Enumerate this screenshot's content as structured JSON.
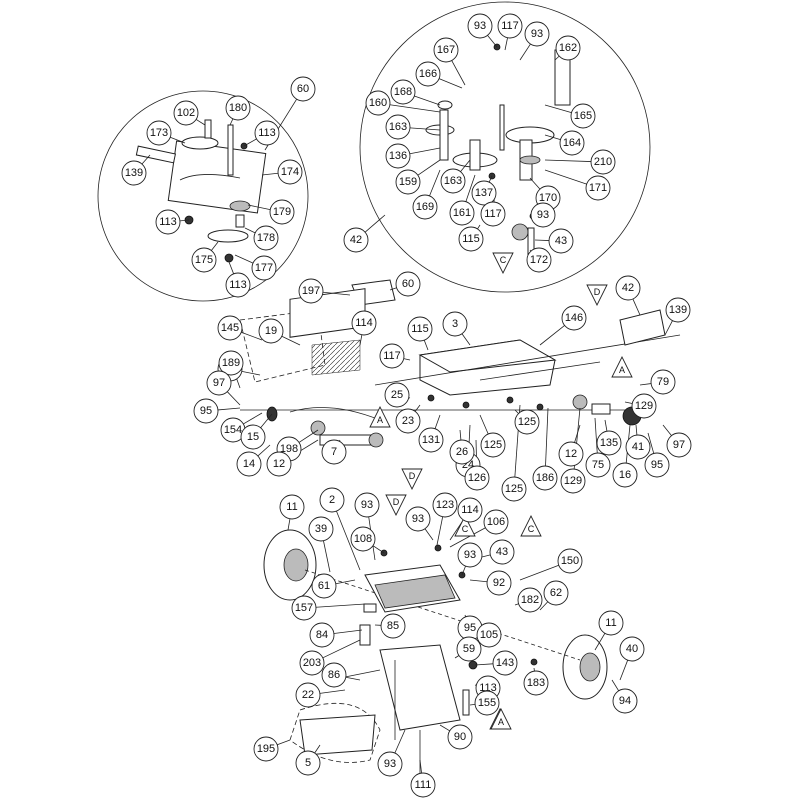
{
  "diagram": {
    "callouts": [
      "93",
      "117",
      "93",
      "162",
      "167",
      "166",
      "168",
      "160",
      "165",
      "163",
      "164",
      "136",
      "163",
      "210",
      "159",
      "161",
      "137",
      "170",
      "171",
      "169",
      "117",
      "93",
      "115",
      "43",
      "172",
      "42",
      "60",
      "102",
      "180",
      "113",
      "173",
      "139",
      "174",
      "179",
      "113",
      "178",
      "175",
      "177",
      "113",
      "60",
      "197",
      "145",
      "19",
      "114",
      "115",
      "3",
      "146",
      "42",
      "139",
      "117",
      "114",
      "189",
      "97",
      "79",
      "129",
      "95",
      "154",
      "15",
      "25",
      "23",
      "131",
      "125",
      "24",
      "125",
      "26",
      "126",
      "12",
      "75",
      "135",
      "41",
      "16",
      "95",
      "97",
      "14",
      "198",
      "12",
      "7",
      "125",
      "186",
      "129",
      "11",
      "2",
      "93",
      "123",
      "114",
      "106",
      "39",
      "108",
      "93",
      "43",
      "150",
      "93",
      "92",
      "61",
      "182",
      "62",
      "157",
      "95",
      "84",
      "85",
      "105",
      "203",
      "59",
      "143",
      "86",
      "183",
      "11",
      "40",
      "94",
      "113",
      "22",
      "155",
      "195",
      "5",
      "90",
      "93",
      "111"
    ],
    "triangles": [
      "C",
      "D",
      "A",
      "A",
      "D",
      "D",
      "C",
      "C",
      "A",
      "A"
    ]
  }
}
